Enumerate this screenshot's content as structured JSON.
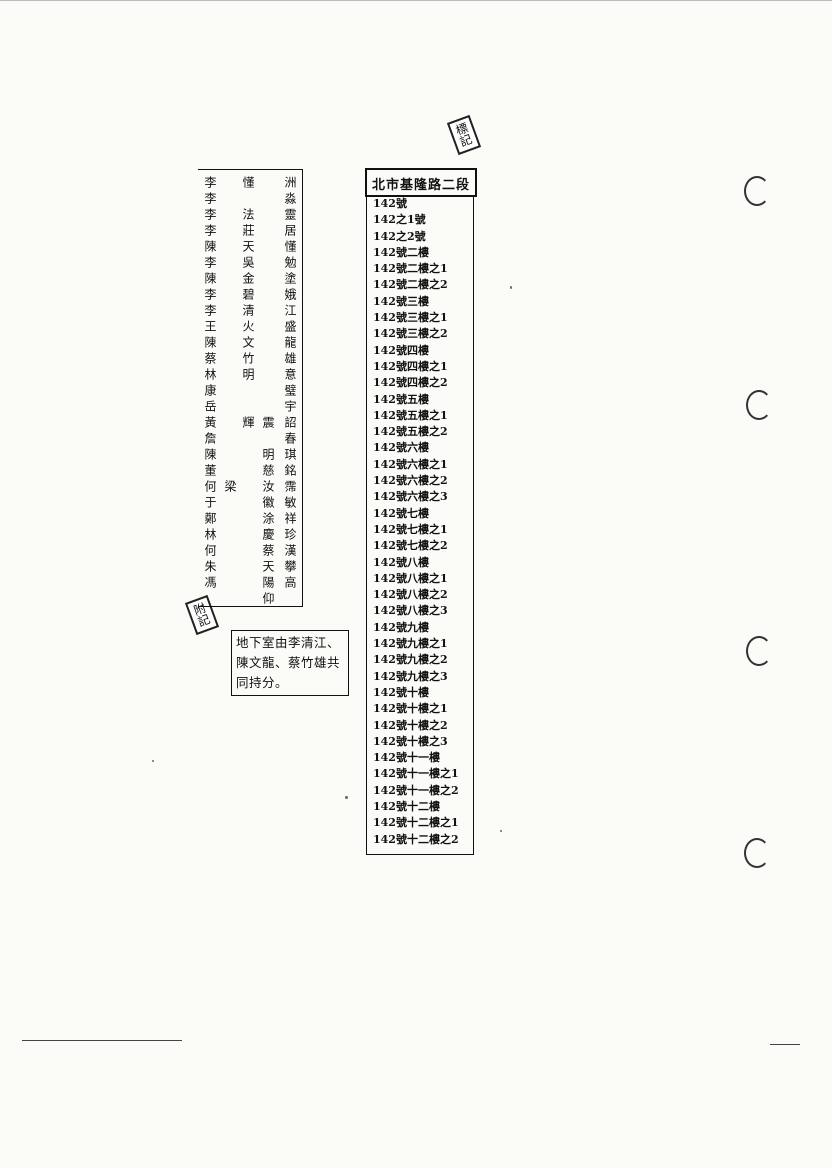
{
  "stamp_top_right": [
    "標",
    "記"
  ],
  "stamp_left": [
    "附",
    "記"
  ],
  "names_columns": [
    "李李李李陳李陳李李王陳蔡林康岳黃詹陳董何于鄭林何朱馮",
    "　　　　　　　　　　　　　　　　　　　梁",
    "懂　法莊天吳金碧清火文竹明　　輝　　　　　　　　　",
    "　　　　　　　　　　　　　　　震　明慈汝徽涂慶蔡天陽仰",
    "洲淼靈居懂勉塗娥江盛龍雄意璧宇詔春琪銘霈敏祥珍漢攀高"
  ],
  "address_header": "北市基隆路二段",
  "address_items": [
    "142號",
    "142之1號",
    "142之2號",
    "142號二樓",
    "142號二樓之1",
    "142號二樓之2",
    "142號三樓",
    "142號三樓之1",
    "142號三樓之2",
    "142號四樓",
    "142號四樓之1",
    "142號四樓之2",
    "142號五樓",
    "142號五樓之1",
    "142號五樓之2",
    "142號六樓",
    "142號六樓之1",
    "142號六樓之2",
    "142號六樓之3",
    "142號七樓",
    "142號七樓之1",
    "142號七樓之2",
    "142號八樓",
    "142號八樓之1",
    "142號八樓之2",
    "142號八樓之3",
    "142號九樓",
    "142號九樓之1",
    "142號九樓之2",
    "142號九樓之3",
    "142號十樓",
    "142號十樓之1",
    "142號十樓之2",
    "142號十樓之3",
    "142號十一樓",
    "142號十一樓之1",
    "142號十一樓之2",
    "142號十二樓",
    "142號十二樓之1",
    "142號十二樓之2"
  ],
  "note_text": "地下室由李清江、陳文龍、蔡竹雄共同持分。"
}
